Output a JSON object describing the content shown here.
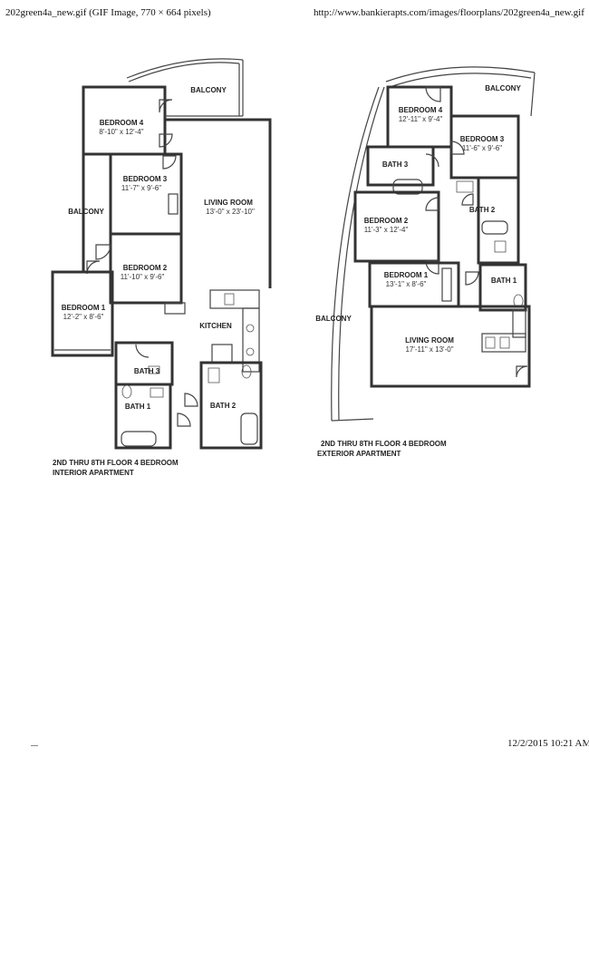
{
  "header": {
    "left_title": "202green4a_new.gif (GIF Image, 770 × 664 pixels)",
    "url": "http://www.bankierapts.com/images/floorplans/202green4a_new.gif"
  },
  "interior_plan": {
    "rooms": {
      "balcony_top": "BALCONY",
      "bedroom4": {
        "name": "BEDROOM 4",
        "dims": "8'-10\" x 12'-4\""
      },
      "bedroom3": {
        "name": "BEDROOM 3",
        "dims": "11'-7\" x 9'-6\""
      },
      "living": {
        "name": "LIVING ROOM",
        "dims": "13'-0\" x 23'-10\""
      },
      "balcony_side": "BALCONY",
      "bedroom2": {
        "name": "BEDROOM 2",
        "dims": "11'-10\" x 9'-6\""
      },
      "bedroom1": {
        "name": "BEDROOM 1",
        "dims": "12'-2\" x 8'-6\""
      },
      "kitchen": "KITCHEN",
      "bath3": "BATH 3",
      "bath1": "BATH 1",
      "bath2": "BATH 2"
    },
    "caption_line1": "2ND THRU 8TH FLOOR 4 BEDROOM",
    "caption_line2": "INTERIOR APARTMENT"
  },
  "exterior_plan": {
    "rooms": {
      "balcony_top": "BALCONY",
      "bedroom4": {
        "name": "BEDROOM 4",
        "dims": "12'-11\" x 9'-4\""
      },
      "bedroom3": {
        "name": "BEDROOM 3",
        "dims": "11'-6\" x 9'-6\""
      },
      "bath3": "BATH 3",
      "bedroom2": {
        "name": "BEDROOM 2",
        "dims": "11'-3\" x 12'-4\""
      },
      "bath2": "BATH 2",
      "bedroom1": {
        "name": "BEDROOM 1",
        "dims": "13'-1\" x 8'-6\""
      },
      "bath1": "BATH 1",
      "balcony_side": "BALCONY",
      "living": {
        "name": "LIVING ROOM",
        "dims": "17'-11\" x 13'-0\""
      }
    },
    "caption_line1": "2ND THRU 8TH FLOOR 4 BEDROOM",
    "caption_line2": "EXTERIOR APARTMENT"
  },
  "footer": {
    "timestamp": "12/2/2015 10:21 AM"
  }
}
